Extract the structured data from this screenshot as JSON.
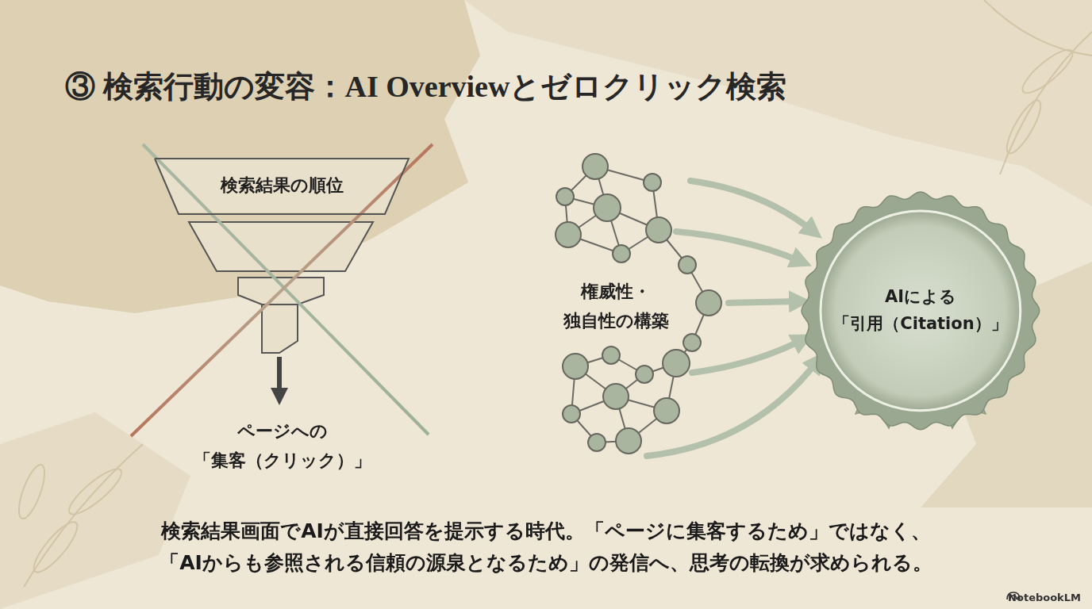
{
  "diagram": {
    "title": "③ 検索行動の変容：AI Overviewとゼロクリック検索",
    "caption": "検索結果画面でAIが直接回答を提示する時代。「ページに集客するため」ではなく、 「AIからも参照される信頼の源泉となるため」の発信へ、思考の転換が求められる。",
    "nodes": [
      {
        "text": [
          "検索結果の順位"
        ]
      },
      {
        "text": [
          "AIによる 「引用（Citation）」"
        ]
      }
    ],
    "labels": [
      "ページへの 「集客（クリック）」",
      "権威性・ 独自性の構築",
      "NotebookLM"
    ]
  }
}
